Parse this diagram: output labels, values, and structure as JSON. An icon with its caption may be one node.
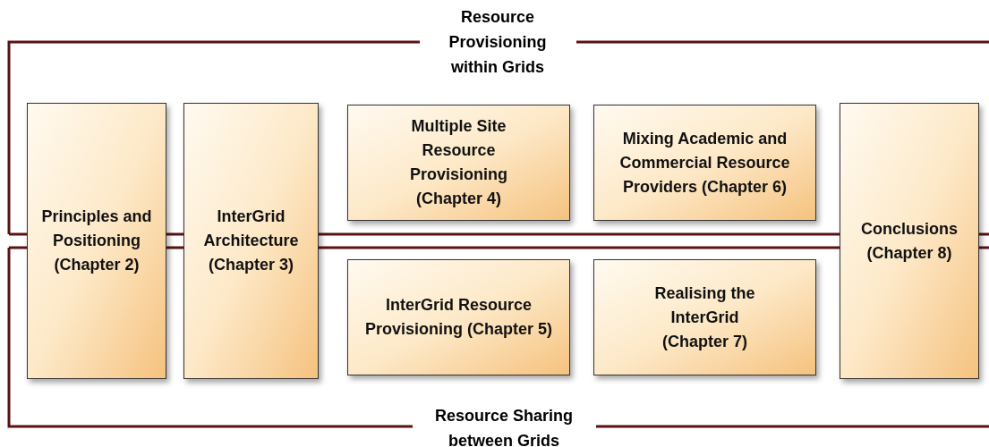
{
  "diagram": {
    "nodes": [
      {
        "text": [
          "Principles and Positioning (Chapter 2)"
        ]
      },
      {
        "text": [
          "InterGrid Architecture (Chapter 3)"
        ]
      },
      {
        "text": [
          "Multiple Site Resource Provisioning (Chapter 4)"
        ]
      },
      {
        "text": [
          "Mixing Academic and Commercial Resource Providers (Chapter 6)"
        ]
      },
      {
        "text": [
          "InterGrid Resource Provisioning (Chapter 5)"
        ]
      },
      {
        "text": [
          "Realising the InterGrid (Chapter 7)"
        ]
      },
      {
        "text": [
          "Conclusions (Chapter 8)"
        ]
      }
    ],
    "labels": [
      "Resource Provisioning within Grids",
      "Resource Sharing between Grids"
    ]
  }
}
